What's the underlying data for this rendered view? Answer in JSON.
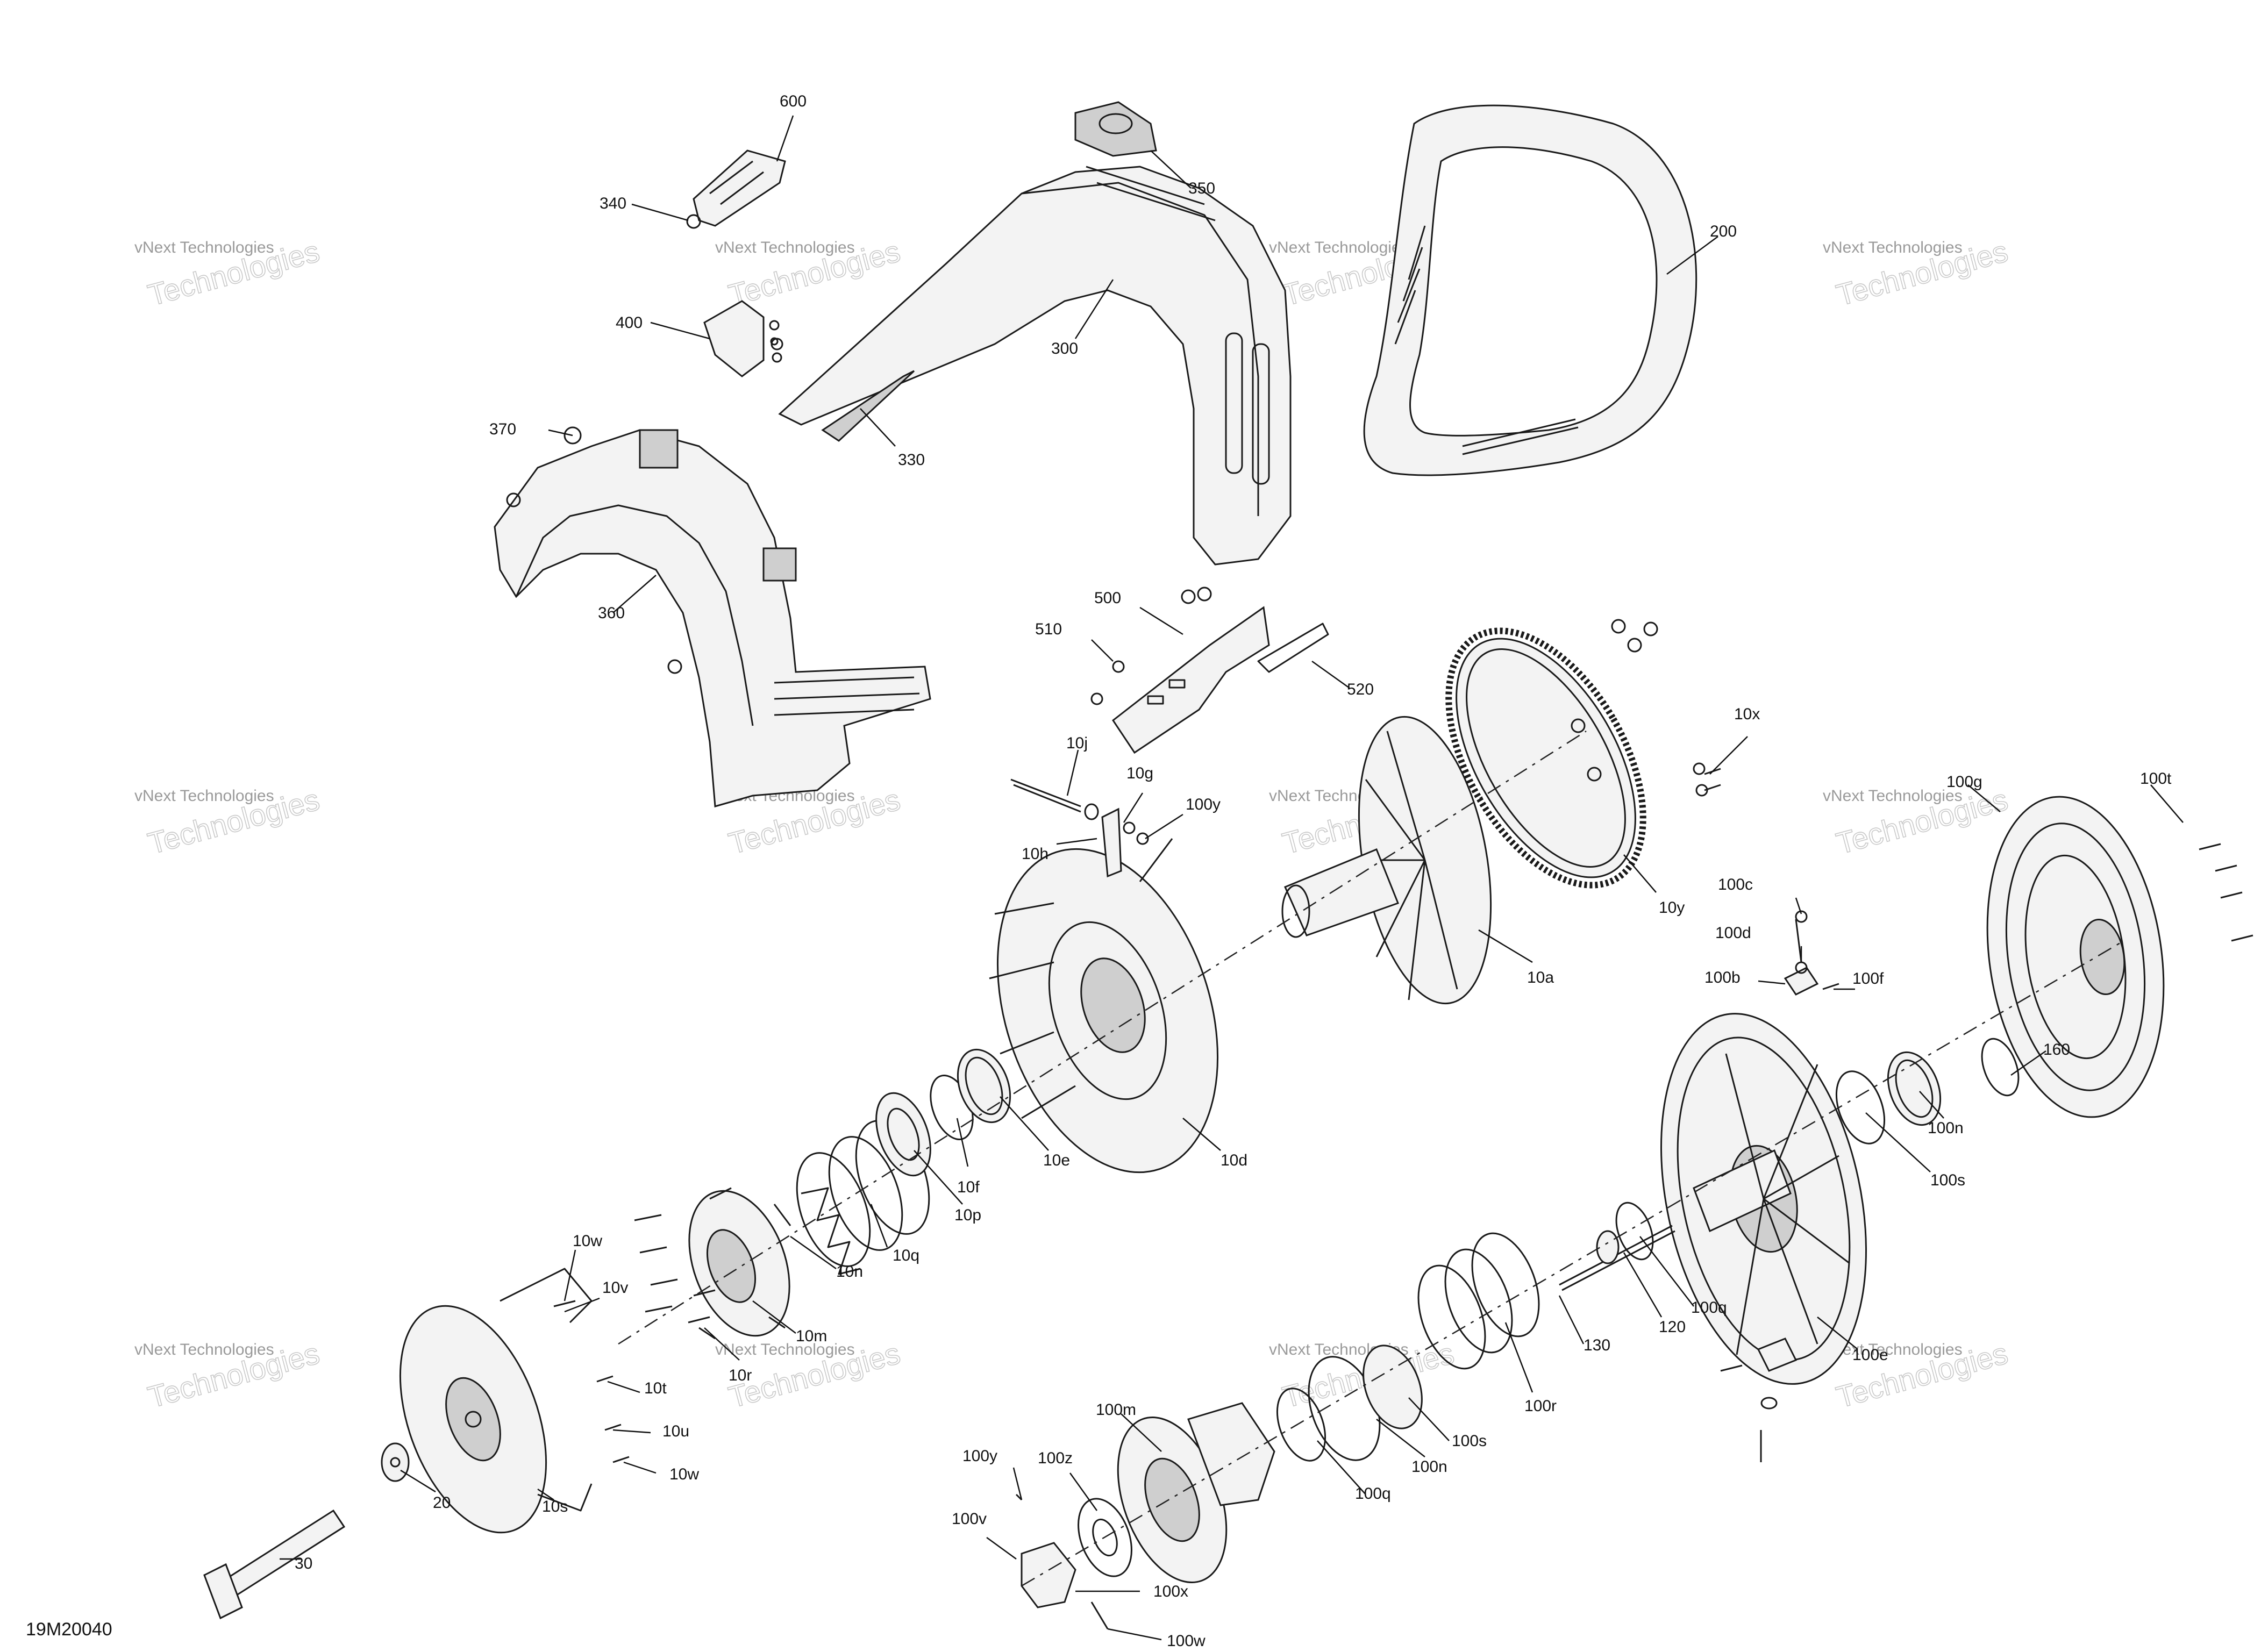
{
  "drawing_number": "19M20040",
  "watermark": {
    "line1": "vNext Technologies",
    "big": "Technologies"
  },
  "callouts": [
    "600",
    "340",
    "350",
    "200",
    "300",
    "400",
    "370",
    "330",
    "360",
    "500",
    "510",
    "520",
    "10x",
    "10j",
    "10g",
    "100y",
    "10h",
    "10y",
    "10a",
    "100g",
    "100t",
    "100c",
    "100d",
    "100b",
    "100f",
    "160",
    "10d",
    "100n",
    "10e",
    "10f",
    "100s",
    "10p",
    "10q",
    "10n",
    "10w",
    "10v",
    "10m",
    "10r",
    "10t",
    "10u",
    "10w",
    "20",
    "10s",
    "30",
    "100q",
    "130",
    "120",
    "100r",
    "100s",
    "100n",
    "100q",
    "100m",
    "100y",
    "100z",
    "100v",
    "100x",
    "100w",
    "100e"
  ]
}
